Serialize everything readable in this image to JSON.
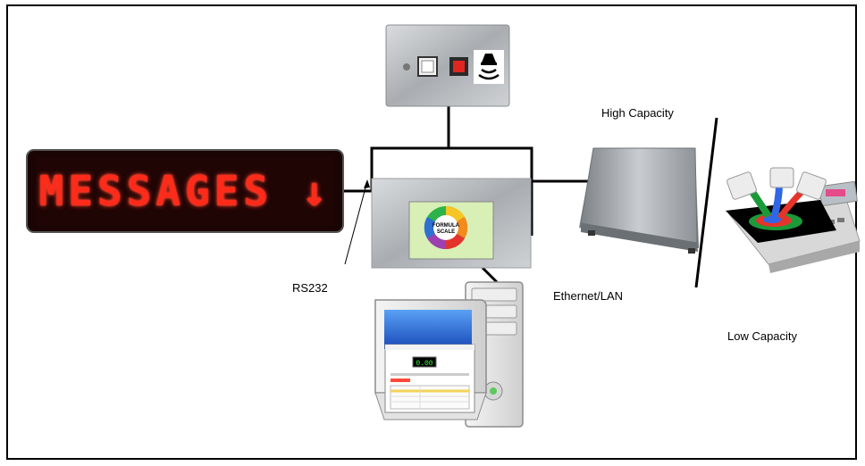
{
  "led_sign": {
    "text": "MESSAGES ↓",
    "glow_color": "#ff2b1a",
    "bg_color": "#160303"
  },
  "labels": {
    "rs232": "RS232",
    "ethernet": "Ethernet/LAN",
    "high_capacity": "High Capacity",
    "low_capacity": "Low Capacity"
  },
  "controller": {
    "logo_line1": "FORMULA",
    "logo_line2": "SCALE"
  },
  "screen": {
    "display_value": "0.00"
  },
  "colors": {
    "panel_button_red": "#e0261e",
    "lcd_green": "#39ff3a",
    "screen_blue": "#1e5fd8"
  }
}
